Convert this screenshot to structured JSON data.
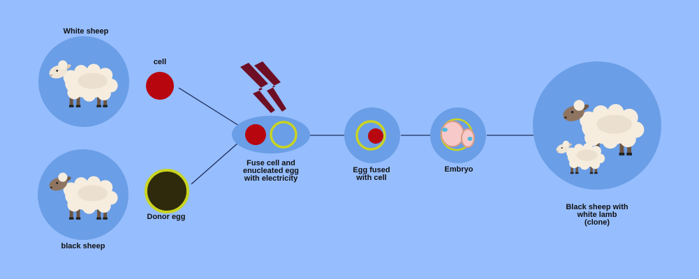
{
  "labels": {
    "white_sheep": "White sheep",
    "black_sheep": "black sheep",
    "cell": "cell",
    "donor_egg": "Donor egg",
    "fuse_step": "Fuse cell and\nenucleated egg\nwith electricity",
    "egg_fused": "Egg fused\nwith cell",
    "embryo": "Embryo",
    "result": "Black sheep with\nwhite lamb\n(clone)"
  },
  "colors": {
    "background": "#96bdfd",
    "circle_fill": "#6a9ee6",
    "cell_red": "#b8060f",
    "egg_ring": "#c9d421",
    "donor_egg_fill": "#2e2a0b",
    "lightning": "#6d0e24",
    "connector": "#1c2c5a",
    "wool": "#f6eddf",
    "black_sheep_face": "#8f7561",
    "embryo_pink": "#f7c9c9",
    "embryo_nucleus": "#4fb9df"
  },
  "icons": {
    "white_sheep": "white-sheep-icon",
    "black_sheep": "black-sheep-icon",
    "lightning": "lightning-icon",
    "clone_sheep": "sheep-with-lamb-icon"
  }
}
